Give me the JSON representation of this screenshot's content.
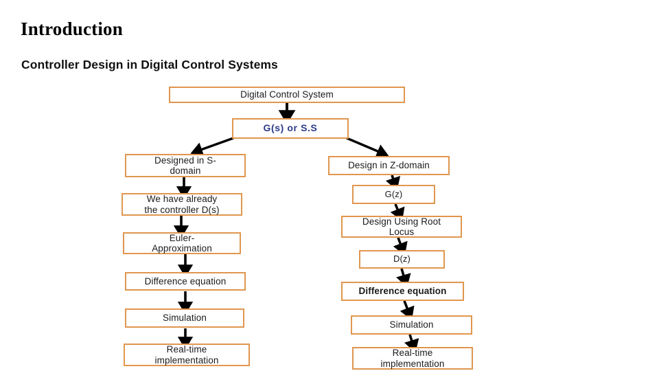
{
  "slide": {
    "title": "Introduction",
    "subtitle": "Controller Design in Digital Control Systems"
  },
  "diagram": {
    "type": "flowchart",
    "accent_color": "#e0964e",
    "box_fill": "#ffffff",
    "arrow_color": "#000000",
    "highlight_text_color": "#2b3a8c",
    "nodes": {
      "root": "Digital  Control System",
      "model": "G(s)  or S.S",
      "left": {
        "branch": "Designed in S-\ndomain",
        "controller": "We have already\nthe controller D(s)",
        "euler": "Euler-\nApproximation",
        "difference": "Difference equation",
        "simulation": "Simulation",
        "realtime": "Real-time\nimplementation"
      },
      "right": {
        "branch": "Design in Z-domain",
        "plant": "G(z)",
        "rootlocus": "Design Using Root\nLocus",
        "controller": "D(z)",
        "difference": "Difference equation",
        "simulation": "Simulation",
        "realtime": "Real-time\nimplementation"
      }
    }
  }
}
